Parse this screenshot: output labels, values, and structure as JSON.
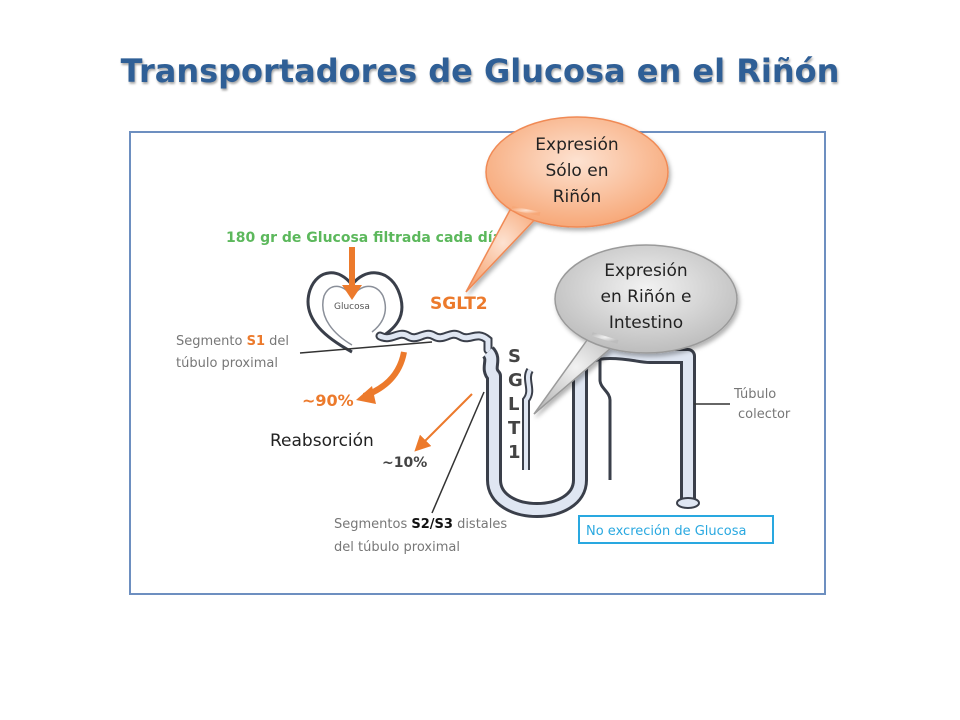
{
  "title": "Transportadores de Glucosa en el Riñón",
  "callouts": {
    "kidney_only": {
      "lines": [
        "Expresión",
        "Sólo en",
        "Riñón"
      ]
    },
    "kidney_intestine": {
      "lines": [
        "Expresión",
        "en Riñón e",
        "Intestino"
      ]
    }
  },
  "diagram": {
    "filtered_label": "180 gr de Glucosa filtrada cada día",
    "glucose_label": "Glucosa",
    "sglt2_label": "SGLT2",
    "sglt1_letters": [
      "S",
      "G",
      "L",
      "T",
      "1"
    ],
    "s1_prefix": "Segmento ",
    "s1_highlight": "S1",
    "s1_suffix": " del",
    "s1_line2": "túbulo proximal",
    "pct_90": "~90%",
    "reabsorption_label": "Reabsorción",
    "pct_10": "~10%",
    "s2s3_prefix": "Segmentos ",
    "s2s3_highlight": "S2/S3",
    "s2s3_suffix": " distales",
    "s2s3_line2": "del túbulo proximal",
    "collector_line1": "Túbulo",
    "collector_line2": "colector",
    "no_excretion_label": "No excreción de Glucosa"
  },
  "colors": {
    "title": "#2f5f96",
    "green_text": "#5cb85c",
    "orange": "#ec7a2c",
    "tubule_fill": "#dfe6f2",
    "tubule_stroke": "#3a3f4a",
    "frame": "#6d8fc0",
    "callout_orange_fill": "#fbbf9e",
    "callout_gray_fill": "#cfcfcf",
    "no_excretion_border": "#29a8e0"
  }
}
